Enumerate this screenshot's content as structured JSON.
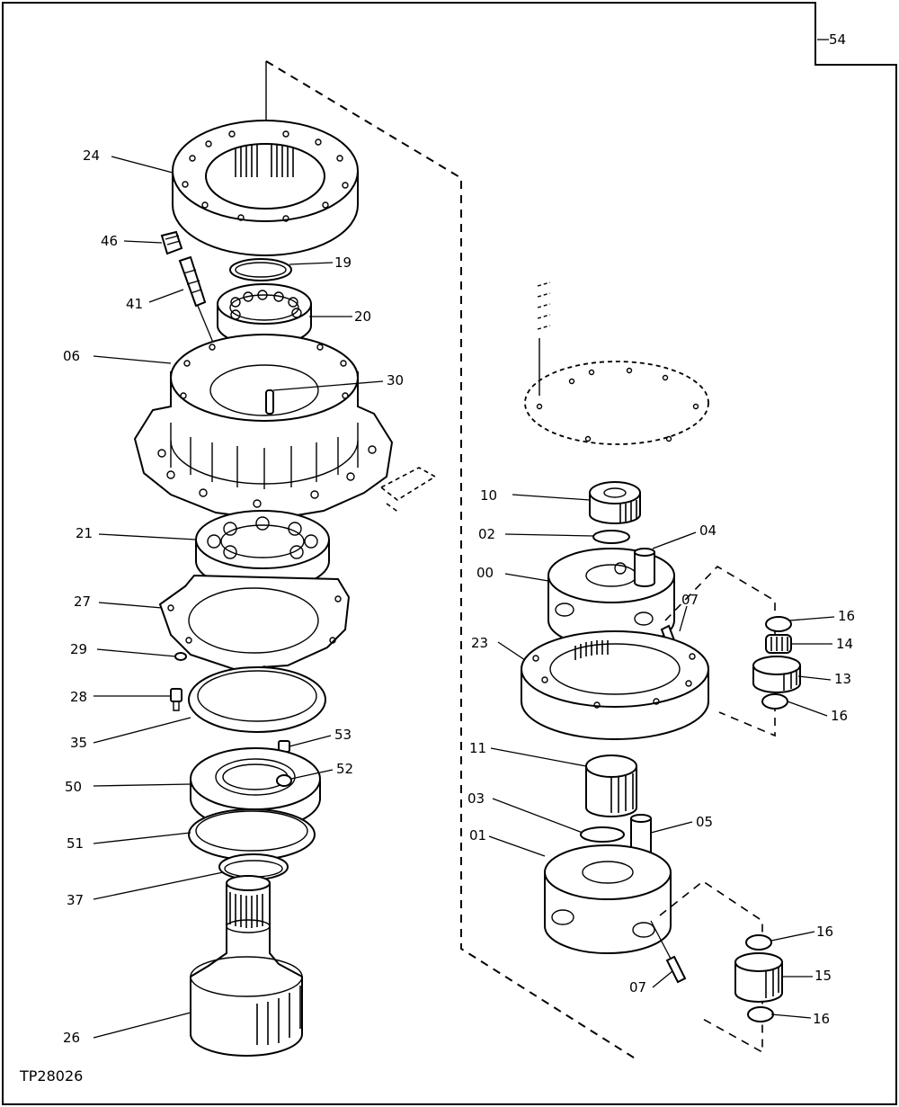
{
  "drawing": {
    "id": "TP28026",
    "page_ref": "54"
  },
  "parts": [
    {
      "label": "24"
    },
    {
      "label": "46"
    },
    {
      "label": "19"
    },
    {
      "label": "41"
    },
    {
      "label": "20"
    },
    {
      "label": "06"
    },
    {
      "label": "30"
    },
    {
      "label": "21"
    },
    {
      "label": "27"
    },
    {
      "label": "29"
    },
    {
      "label": "28"
    },
    {
      "label": "35"
    },
    {
      "label": "53"
    },
    {
      "label": "50"
    },
    {
      "label": "52"
    },
    {
      "label": "51"
    },
    {
      "label": "37"
    },
    {
      "label": "26"
    },
    {
      "label": "10"
    },
    {
      "label": "02"
    },
    {
      "label": "04"
    },
    {
      "label": "00"
    },
    {
      "label": "07"
    },
    {
      "label": "16"
    },
    {
      "label": "14"
    },
    {
      "label": "23"
    },
    {
      "label": "13"
    },
    {
      "label": "16"
    },
    {
      "label": "11"
    },
    {
      "label": "03"
    },
    {
      "label": "05"
    },
    {
      "label": "01"
    },
    {
      "label": "16"
    },
    {
      "label": "15"
    },
    {
      "label": "07"
    },
    {
      "label": "16"
    }
  ]
}
